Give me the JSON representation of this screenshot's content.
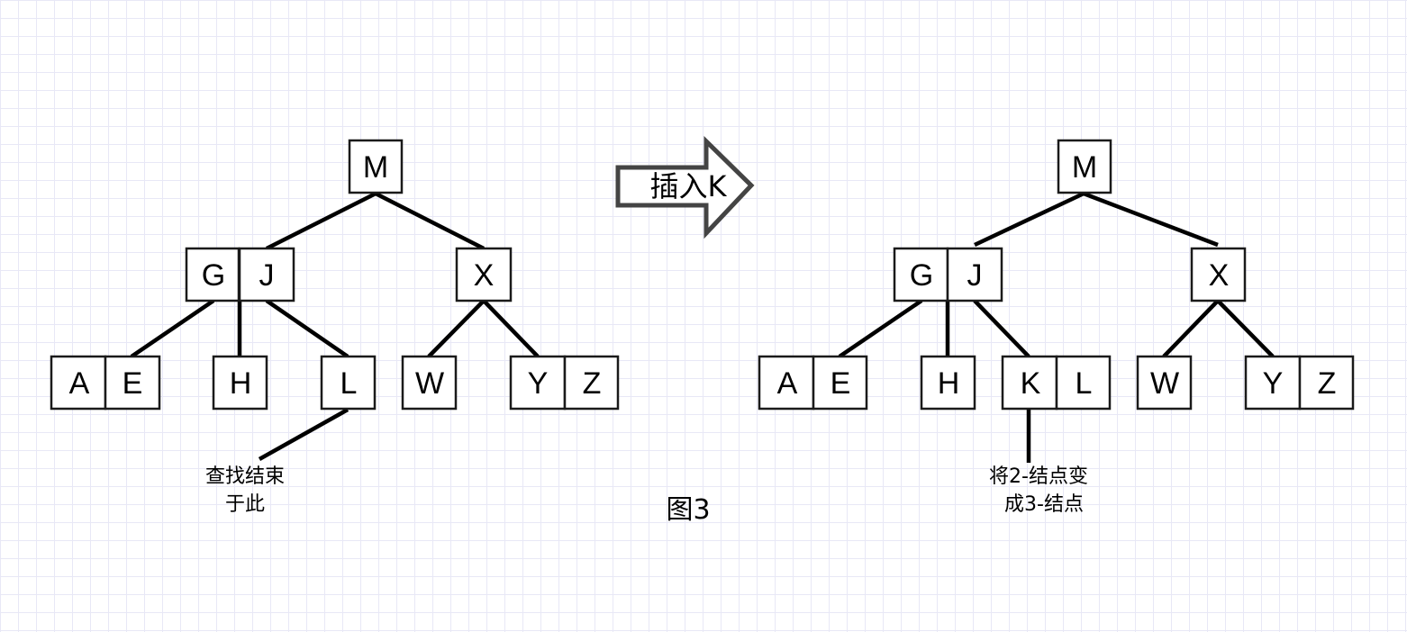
{
  "left_tree": {
    "root": "M",
    "left_node": [
      "G",
      "J"
    ],
    "right_node": "X",
    "leaf_ae": [
      "A",
      "E"
    ],
    "leaf_h": "H",
    "leaf_l": "L",
    "leaf_w": "W",
    "leaf_yz": [
      "Y",
      "Z"
    ],
    "note_line1": "查找结束",
    "note_line2": "于此"
  },
  "arrow_label": "插入K",
  "right_tree": {
    "root": "M",
    "left_node": [
      "G",
      "J"
    ],
    "right_node": "X",
    "leaf_ae": [
      "A",
      "E"
    ],
    "leaf_h": "H",
    "leaf_kl": [
      "K",
      "L"
    ],
    "leaf_w": "W",
    "leaf_yz": [
      "Y",
      "Z"
    ],
    "note_line1": "将2-结点变",
    "note_line2": "成3-结点"
  },
  "caption": "图3"
}
